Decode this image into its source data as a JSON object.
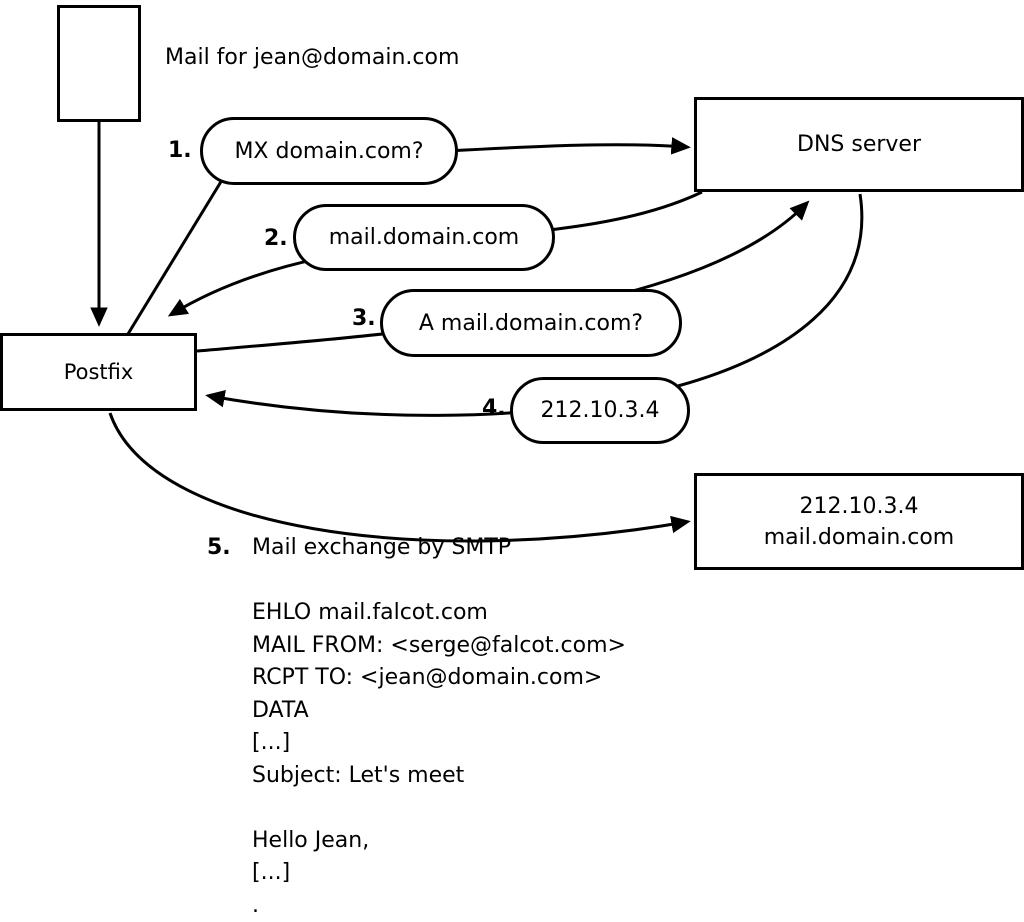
{
  "diagram": {
    "mail_label": "Mail for jean@domain.com",
    "postfix_label": "Postfix",
    "dns_label": "DNS server",
    "steps": [
      {
        "num": "1.",
        "label": "MX domain.com?"
      },
      {
        "num": "2.",
        "label": "mail.domain.com"
      },
      {
        "num": "3.",
        "label": "A mail.domain.com?"
      },
      {
        "num": "4.",
        "label": "212.10.3.4"
      }
    ],
    "step5": {
      "num": "5.",
      "label": "Mail exchange by SMTP"
    },
    "target": {
      "line1": "212.10.3.4",
      "line2": "mail.domain.com"
    },
    "smtp": [
      "EHLO mail.falcot.com",
      "MAIL FROM: <serge@falcot.com>",
      "RCPT TO: <jean@domain.com>",
      "DATA",
      "[...]",
      "Subject: Let's meet",
      "",
      "Hello Jean,",
      "[...]",
      "."
    ]
  }
}
